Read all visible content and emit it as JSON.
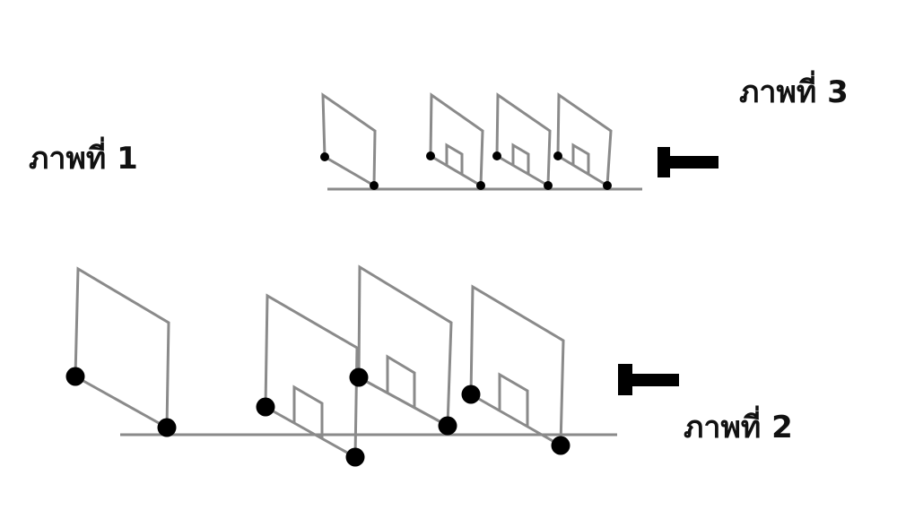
{
  "labels": {
    "figure_1": "ภาพที่ 1",
    "figure_2": "ภาพที่ 2",
    "figure_3": "ภาพที่ 3"
  },
  "colors": {
    "line": "#8a8a8a",
    "dot": "#000000",
    "text": "#111111",
    "background": "#ffffff"
  },
  "icons": {
    "figure_2_marker": "t-bar-marker",
    "figure_3_marker": "t-bar-marker"
  }
}
